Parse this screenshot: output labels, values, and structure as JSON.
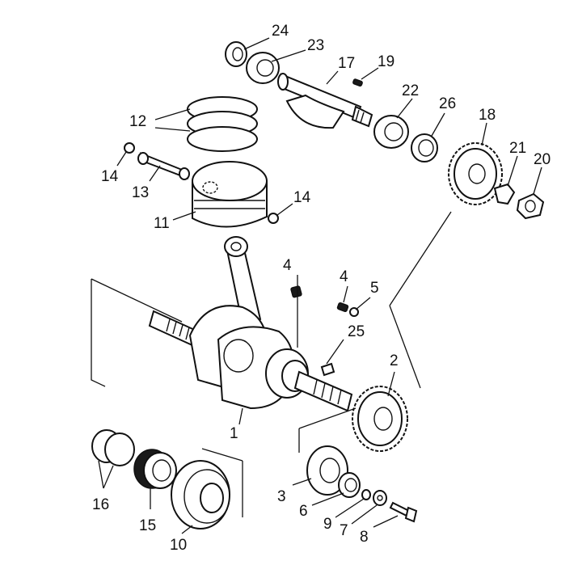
{
  "callouts": [
    {
      "id": "1",
      "text": "1"
    },
    {
      "id": "2",
      "text": "2"
    },
    {
      "id": "3",
      "text": "3"
    },
    {
      "id": "4a",
      "text": "4"
    },
    {
      "id": "4b",
      "text": "4"
    },
    {
      "id": "5",
      "text": "5"
    },
    {
      "id": "6",
      "text": "6"
    },
    {
      "id": "7",
      "text": "7"
    },
    {
      "id": "8",
      "text": "8"
    },
    {
      "id": "9",
      "text": "9"
    },
    {
      "id": "10",
      "text": "10"
    },
    {
      "id": "11",
      "text": "11"
    },
    {
      "id": "12",
      "text": "12"
    },
    {
      "id": "13",
      "text": "13"
    },
    {
      "id": "14a",
      "text": "14"
    },
    {
      "id": "14b",
      "text": "14"
    },
    {
      "id": "15",
      "text": "15"
    },
    {
      "id": "16",
      "text": "16"
    },
    {
      "id": "17",
      "text": "17"
    },
    {
      "id": "18",
      "text": "18"
    },
    {
      "id": "19",
      "text": "19"
    },
    {
      "id": "20",
      "text": "20"
    },
    {
      "id": "21",
      "text": "21"
    },
    {
      "id": "22",
      "text": "22"
    },
    {
      "id": "23",
      "text": "23"
    },
    {
      "id": "24",
      "text": "24"
    },
    {
      "id": "25",
      "text": "25"
    },
    {
      "id": "26",
      "text": "26"
    }
  ]
}
